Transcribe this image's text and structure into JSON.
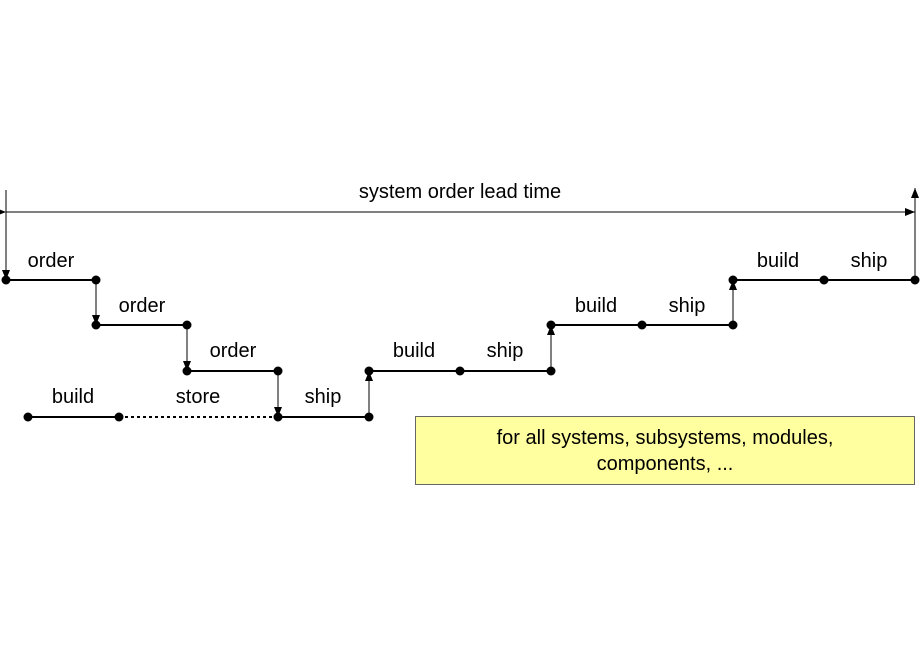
{
  "lead_time_label": "system order lead time",
  "steps": {
    "level4_order": "order",
    "level3_order": "order",
    "level2_order": "order",
    "level1_build": "build",
    "level1_store": "store",
    "level1_ship": "ship",
    "level2_build": "build",
    "level2_ship": "ship",
    "level3_build": "build",
    "level3_ship": "ship",
    "level4_build": "build",
    "level4_ship": "ship"
  },
  "note": {
    "line1": "for all systems, subsystems, modules,",
    "line2": "components, ..."
  },
  "colors": {
    "line": "#000000",
    "note_fill": "#ffffa0",
    "note_border": "#666666"
  }
}
